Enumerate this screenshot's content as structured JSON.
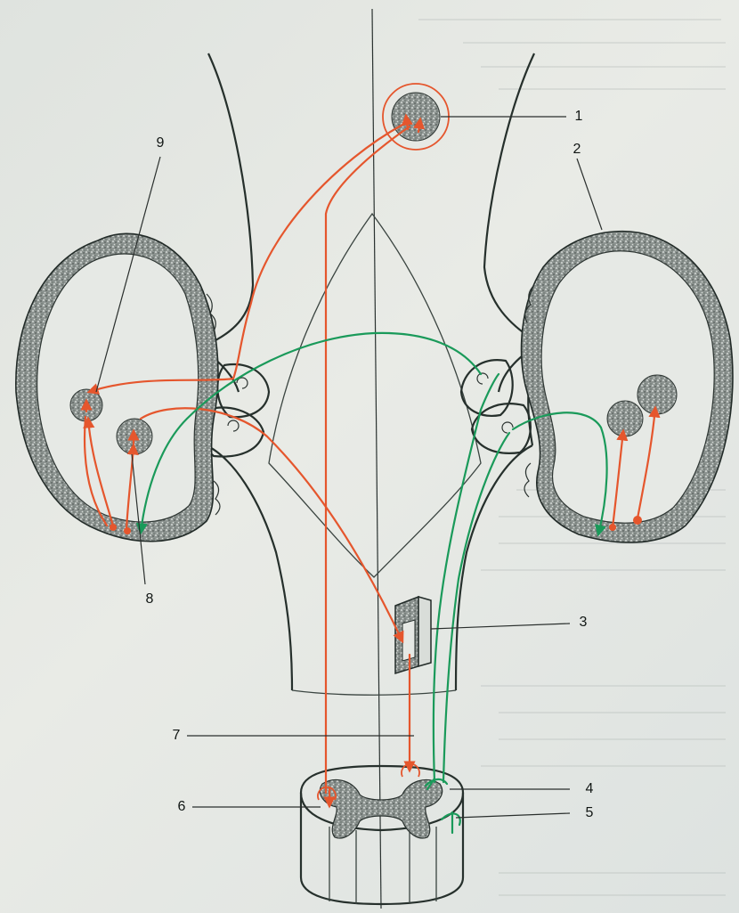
{
  "labels": [
    {
      "id": "1",
      "text": "1"
    },
    {
      "id": "2",
      "text": "2"
    },
    {
      "id": "3",
      "text": "3"
    },
    {
      "id": "4",
      "text": "4"
    },
    {
      "id": "5",
      "text": "5"
    },
    {
      "id": "6",
      "text": "6"
    },
    {
      "id": "7",
      "text": "7"
    },
    {
      "id": "8",
      "text": "8"
    },
    {
      "id": "9",
      "text": "9"
    }
  ],
  "colors": {
    "background": "#e4e7e2",
    "pathway_orange": "#e5562d",
    "pathway_green": "#1a9a5a",
    "outline": "#26302c"
  }
}
